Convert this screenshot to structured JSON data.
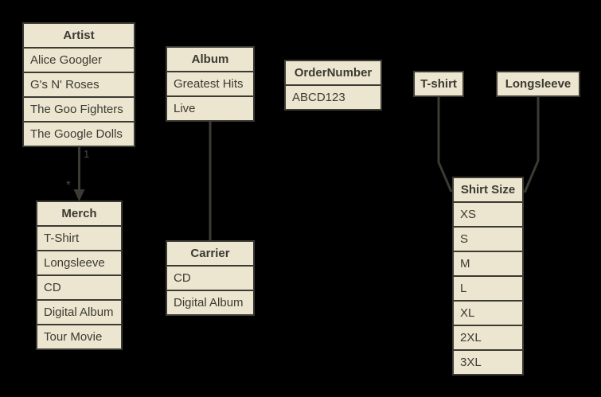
{
  "diagram": {
    "kind": "entity-relation-diagram",
    "colors": {
      "background": "#000000",
      "box_fill": "#ece5cf",
      "box_border": "#3b3a33",
      "text": "#3b3a33",
      "line": "#3b3a33",
      "edge_label": "#4a4943"
    }
  },
  "entities": {
    "artist": {
      "title": "Artist",
      "rows": [
        "Alice Googler",
        "G's N' Roses",
        "The Goo Fighters",
        "The Google Dolls"
      ]
    },
    "album": {
      "title": "Album",
      "rows": [
        "Greatest Hits",
        "Live"
      ]
    },
    "order_number": {
      "title": "OrderNumber",
      "rows": [
        "ABCD123"
      ]
    },
    "tshirt": {
      "title": "T-shirt",
      "rows": []
    },
    "longsleeve": {
      "title": "Longsleeve",
      "rows": []
    },
    "merch": {
      "title": "Merch",
      "rows": [
        "T-Shirt",
        "Longsleeve",
        "CD",
        "Digital Album",
        "Tour Movie"
      ]
    },
    "carrier": {
      "title": "Carrier",
      "rows": [
        "CD",
        "Digital Album"
      ]
    },
    "shirt_size": {
      "title": "Shirt Size",
      "rows": [
        "XS",
        "S",
        "M",
        "L",
        "XL",
        "2XL",
        "3XL"
      ]
    }
  },
  "connections": [
    {
      "from": "Artist",
      "to": "Merch",
      "from_label": "1",
      "to_label": "*",
      "arrowhead": "filled-triangle-down"
    },
    {
      "from": "Album",
      "to": "Carrier",
      "from_label": "",
      "to_label": "",
      "arrowhead": "none"
    },
    {
      "from": "T-shirt",
      "to": "Shirt Size",
      "from_label": "",
      "to_label": "",
      "arrowhead": "none"
    },
    {
      "from": "Longsleeve",
      "to": "Shirt Size",
      "from_label": "",
      "to_label": "",
      "arrowhead": "none"
    }
  ]
}
